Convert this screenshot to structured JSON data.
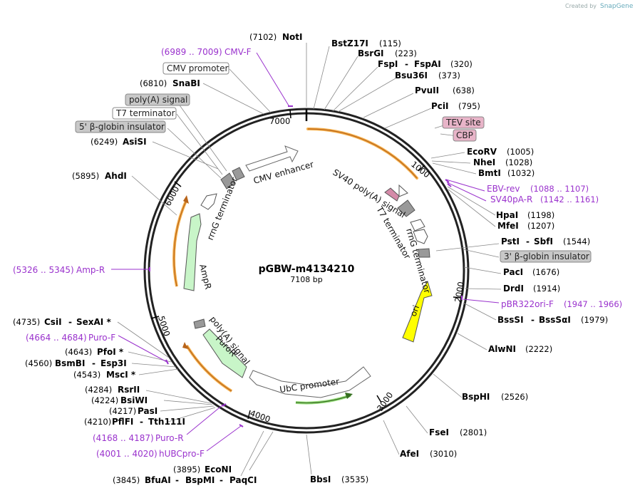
{
  "credit": {
    "text": "Created by",
    "brand": "SnapGene"
  },
  "plasmid": {
    "name": "pGBW-m4134210",
    "length": "7108 bp"
  },
  "ticks": [
    "1000",
    "2000",
    "3000",
    "4000",
    "5000",
    "6000",
    "7000"
  ],
  "sites": [
    {
      "name": "NotI",
      "pos": "(7102)"
    },
    {
      "name": "BstZ17I",
      "pos": "(115)"
    },
    {
      "name": "BsrGI",
      "pos": "(223)"
    },
    {
      "name": "FspI",
      "name2": "FspAI",
      "pos": "(320)"
    },
    {
      "name": "Bsu36I",
      "pos": "(373)"
    },
    {
      "name": "PvuII",
      "pos": "(638)"
    },
    {
      "name": "PciI",
      "pos": "(795)"
    },
    {
      "name": "EcoRV",
      "pos": "(1005)"
    },
    {
      "name": "NheI",
      "pos": "(1028)"
    },
    {
      "name": "BmtI",
      "pos": "(1032)"
    },
    {
      "name": "HpaI",
      "pos": "(1198)"
    },
    {
      "name": "MfeI",
      "pos": "(1207)"
    },
    {
      "name": "PstI",
      "name2": "SbfI",
      "pos": "(1544)"
    },
    {
      "name": "PacI",
      "pos": "(1676)"
    },
    {
      "name": "DrdI",
      "pos": "(1914)"
    },
    {
      "name": "BssSI",
      "name2": "BssSαI",
      "pos": "(1979)"
    },
    {
      "name": "AlwNI",
      "pos": "(2222)"
    },
    {
      "name": "BspHI",
      "pos": "(2526)"
    },
    {
      "name": "FseI",
      "pos": "(2801)"
    },
    {
      "name": "AfeI",
      "pos": "(3010)"
    },
    {
      "name": "BbsI",
      "pos": "(3535)"
    },
    {
      "name": "EcoNI",
      "pos": "(3895)"
    },
    {
      "name": "BfuAI",
      "name2": "BspMI",
      "name3": "PaqCI",
      "pos": "(3845)"
    },
    {
      "name": "PflFI",
      "name2": "Tth111I",
      "pos": "(4210)"
    },
    {
      "name": "PasI",
      "pos": "(4217)"
    },
    {
      "name": "BsiWI",
      "pos": "(4224)"
    },
    {
      "name": "RsrII",
      "pos": "(4284)"
    },
    {
      "name": "MscI *",
      "pos": "(4543)"
    },
    {
      "name": "BsmBI",
      "name2": "Esp3I",
      "pos": "(4560)"
    },
    {
      "name": "PfoI *",
      "pos": "(4643)"
    },
    {
      "name": "CsiI",
      "name2": "SexAI *",
      "pos": "(4735)"
    },
    {
      "name": "AhdI",
      "pos": "(5895)"
    },
    {
      "name": "AsiSI",
      "pos": "(6249)"
    },
    {
      "name": "SnaBI",
      "pos": "(6810)"
    }
  ],
  "primers": [
    {
      "name": "CMV-F",
      "pos": "(6989 .. 7009)"
    },
    {
      "name": "EBV-rev",
      "pos": "(1088 .. 1107)"
    },
    {
      "name": "SV40pA-R",
      "pos": "(1142 .. 1161)"
    },
    {
      "name": "pBR322ori-F",
      "pos": "(1947 .. 1966)"
    },
    {
      "name": "Amp-R",
      "pos": "(5326 .. 5345)"
    },
    {
      "name": "Puro-F",
      "pos": "(4664 .. 4684)"
    },
    {
      "name": "Puro-R",
      "pos": "(4168 .. 4187)"
    },
    {
      "name": "hUBCpro-F",
      "pos": "(4001 .. 4020)"
    }
  ],
  "boxed_features": [
    {
      "label": "CMV promoter",
      "style": "white"
    },
    {
      "label": "poly(A) signal",
      "style": "gray"
    },
    {
      "label": "T7 terminator",
      "style": "white"
    },
    {
      "label": "5' β-globin insulator",
      "style": "gray"
    },
    {
      "label": "TEV site",
      "style": "pink"
    },
    {
      "label": "CBP",
      "style": "pink"
    },
    {
      "label": "3' β-globin insulator",
      "style": "gray"
    }
  ],
  "features": [
    {
      "label": "CMV enhancer"
    },
    {
      "label": "SV40 poly(A) signal"
    },
    {
      "label": "T7 terminator"
    },
    {
      "label": "rrnG terminator"
    },
    {
      "label": "ori"
    },
    {
      "label": "UbC promoter"
    },
    {
      "label": "PuroR"
    },
    {
      "label": "poly(A) signal"
    },
    {
      "label": "AmpR"
    },
    {
      "label": "rrnG terminator"
    }
  ],
  "colors": {
    "primer": "#9a32cd",
    "orf_orange": "#f5b04c",
    "ori": "#ffff00",
    "marker_green": "#c8f5c8",
    "tag_pink": "#e8b4c8",
    "gray_box": "#c8c8c8"
  }
}
